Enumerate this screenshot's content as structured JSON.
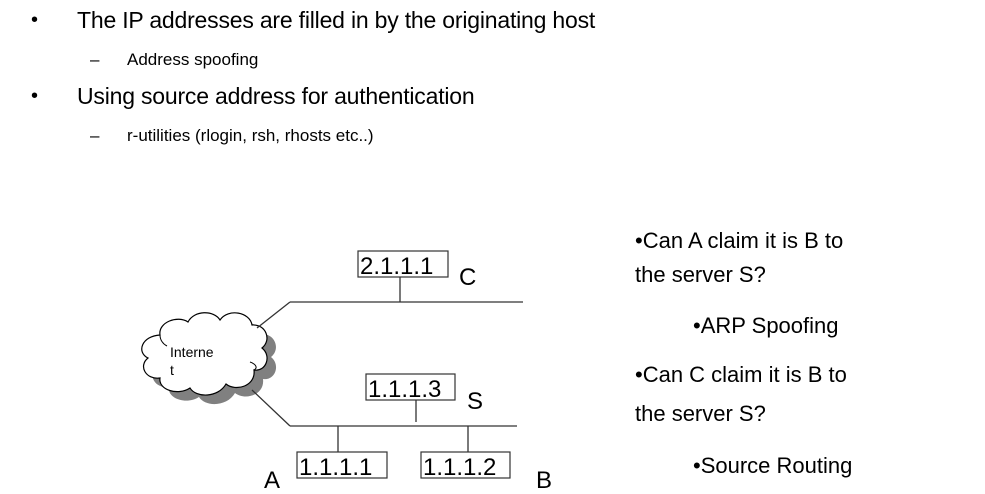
{
  "bullets": [
    {
      "text": "The IP addresses are filled in by the originating host",
      "sub": [
        "Address spoofing"
      ]
    },
    {
      "text": "Using source address for authentication",
      "sub": [
        "r-utilities (rlogin, rsh, rhosts etc..)"
      ]
    }
  ],
  "bullet_glyph": "•",
  "dash_glyph": "–",
  "diagram": {
    "cloud_label_line1": "Interne",
    "cloud_label_line2": "t",
    "hosts": {
      "C": {
        "label": "C",
        "ip": "2.1.1.1"
      },
      "S": {
        "label": "S",
        "ip": "1.1.1.3"
      },
      "A": {
        "label": "A",
        "ip": "1.1.1.1"
      },
      "B": {
        "label": "B",
        "ip": "1.1.1.2"
      }
    }
  },
  "questions": [
    {
      "line1": "•Can A claim it is B to",
      "line2": "the server S?",
      "answer": "•ARP Spoofing"
    },
    {
      "line1": "•Can C claim it is B to",
      "line2": "the server S?",
      "answer": "•Source Routing"
    }
  ]
}
